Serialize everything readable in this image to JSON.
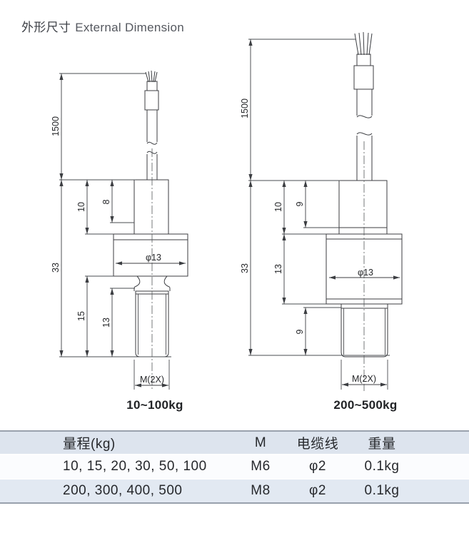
{
  "title": {
    "zh": "外形尺寸",
    "en": "External Dimension"
  },
  "drawings": {
    "left": {
      "range_label": "10~100kg",
      "cable_length": "1500",
      "top_length": "10",
      "top_thread_length": "8",
      "total_length": "33",
      "bottom_length": "15",
      "bottom_thread_length": "13",
      "body_diameter": "φ13",
      "thread_callout": "M(2X)"
    },
    "right": {
      "range_label": "200~500kg",
      "cable_length": "1500",
      "top_length": "10",
      "top_thread_length": "9",
      "body_height": "13",
      "total_length": "33",
      "bottom_thread_length": "9",
      "body_diameter": "φ13",
      "thread_callout": "M(2X)"
    }
  },
  "table": {
    "headers": [
      "量程(kg)",
      "M",
      "电缆线",
      "重量"
    ],
    "rows": [
      [
        "10, 15, 20, 30, 50, 100",
        "M6",
        "φ2",
        "0.1kg"
      ],
      [
        "200, 300, 400, 500",
        "M8",
        "φ2",
        "0.1kg"
      ]
    ]
  },
  "colors": {
    "drawing_line": "#3c3e42",
    "table_header_bg": "#dde4ee",
    "table_row_alt_bg": "#e2e9f2",
    "table_border": "#99a1ad"
  }
}
